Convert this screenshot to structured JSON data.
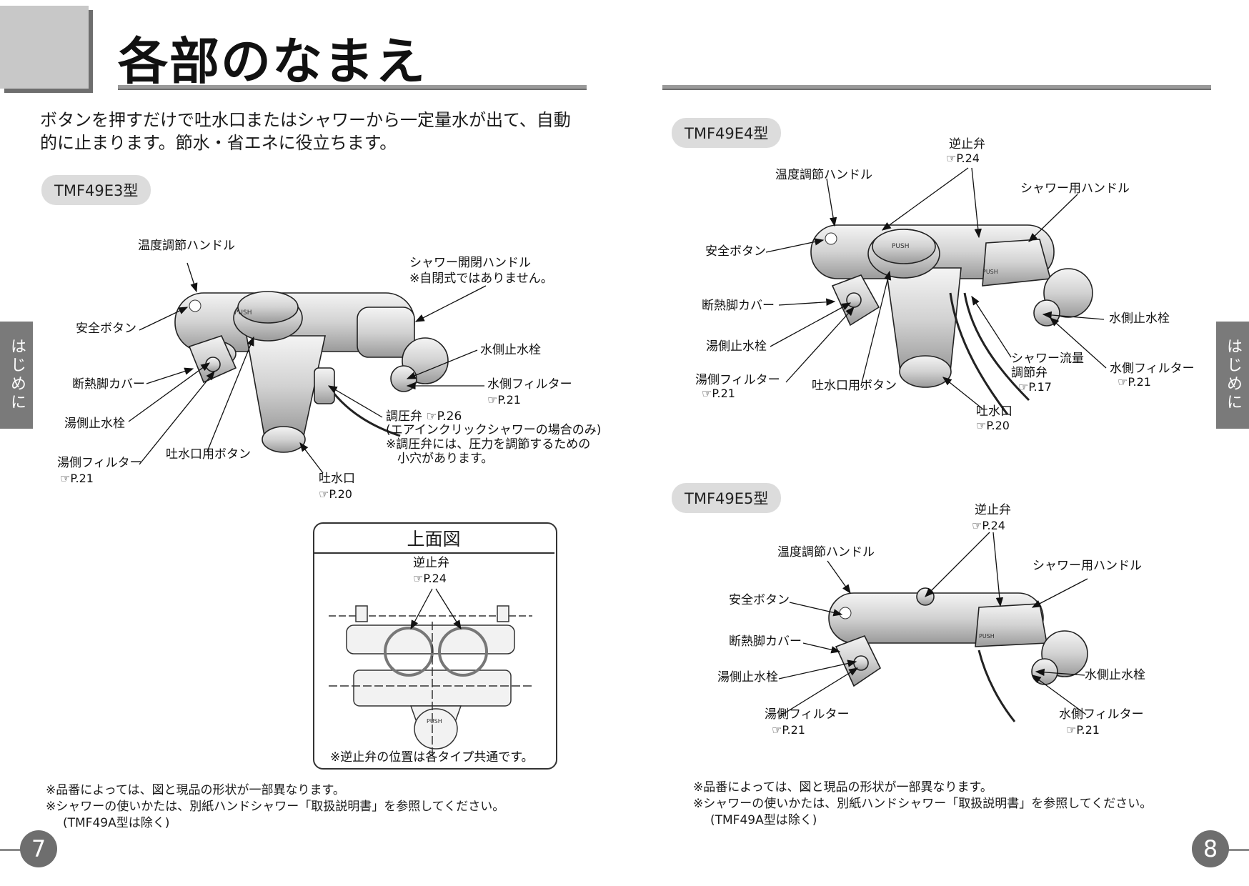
{
  "page": {
    "title": "各部のなまえ",
    "intro_line1": "ボタンを押すだけで吐水口またはシャワーから一定量水が出て、自動",
    "intro_line2": "的に止まります。節水・省エネに役立ちます。",
    "side_tab": "はじめに",
    "page_left": "7",
    "page_right": "8"
  },
  "e3": {
    "model": "TMF49E3型",
    "temp_handle": "温度調節ハンドル",
    "safety_button": "安全ボタン",
    "insulation_cover": "断熱脚カバー",
    "hot_stop": "湯側止水栓",
    "hot_filter": "湯側フィルター",
    "hot_filter_ref": "P.21",
    "spout_button": "吐水口用ボタン",
    "shower_handle": "シャワー開閉ハンドル",
    "shower_handle_note": "※自閉式ではありません。",
    "cold_stop": "水側止水栓",
    "cold_filter": "水側フィルター",
    "cold_filter_ref": "P.21",
    "pressure_valve": "調圧弁",
    "pressure_valve_ref": "P.26",
    "pressure_note1": "(エアインクリックシャワーの場合のみ)",
    "pressure_note2": "※調圧弁には、圧力を調節するための",
    "pressure_note3": "小穴があります。",
    "spout": "吐水口",
    "spout_ref": "P.20"
  },
  "topview": {
    "title": "上面図",
    "check_valve": "逆止弁",
    "check_valve_ref": "P.24",
    "note": "※逆止弁の位置は各タイプ共通です。"
  },
  "e4": {
    "model": "TMF49E4型",
    "check_valve": "逆止弁",
    "check_valve_ref": "P.24",
    "temp_handle": "温度調節ハンドル",
    "shower_handle": "シャワー用ハンドル",
    "safety_button": "安全ボタン",
    "insulation_cover": "断熱脚カバー",
    "cold_stop": "水側止水栓",
    "hot_stop": "湯側止水栓",
    "shower_flow1": "シャワー流量",
    "shower_flow2": "調節弁",
    "shower_flow_ref": "P.17",
    "cold_filter": "水側フィルター",
    "cold_filter_ref": "P.21",
    "hot_filter": "湯側フィルター",
    "hot_filter_ref": "P.21",
    "spout_button": "吐水口用ボタン",
    "spout": "吐水口",
    "spout_ref": "P.20"
  },
  "e5": {
    "model": "TMF49E5型",
    "check_valve": "逆止弁",
    "check_valve_ref": "P.24",
    "temp_handle": "温度調節ハンドル",
    "shower_handle": "シャワー用ハンドル",
    "safety_button": "安全ボタン",
    "insulation_cover": "断熱脚カバー",
    "hot_stop": "湯側止水栓",
    "cold_stop": "水側止水栓",
    "hot_filter": "湯側フィルター",
    "hot_filter_ref": "P.21",
    "cold_filter": "水側フィルター",
    "cold_filter_ref": "P.21"
  },
  "notes": {
    "line1": "※品番によっては、図と現品の形状が一部異なります。",
    "line2": "※シャワーの使いかたは、別紙ハンドシャワー「取扱説明書」を参照してください。",
    "line3": "(TMF49A型は除く)"
  }
}
